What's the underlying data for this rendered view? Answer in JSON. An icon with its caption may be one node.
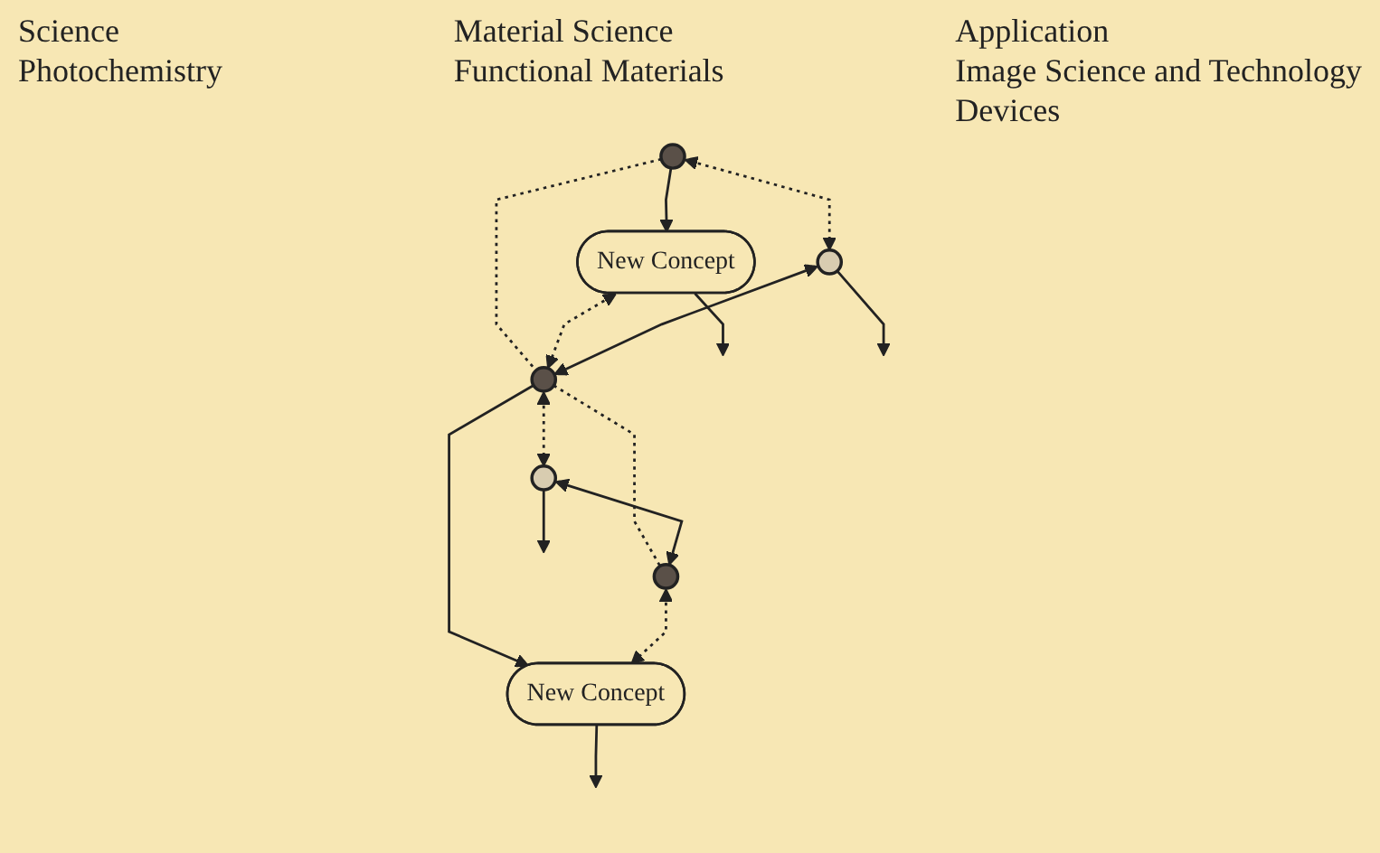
{
  "diagram": {
    "nodes": [
      {
        "text": [],
        "shape": "circle"
      },
      {
        "text": [
          "New Concept"
        ]
      },
      {
        "text": [],
        "shape": "circle"
      },
      {
        "text": [],
        "shape": "circle"
      },
      {
        "text": [
          "New Concept"
        ]
      },
      {
        "text": [],
        "shape": "circle"
      },
      {
        "text": [],
        "shape": "circle"
      }
    ],
    "edges": [
      {
        "from": 0,
        "to": 1,
        "arrow": "to"
      },
      {
        "from": 1,
        "to": null,
        "arrow": "to"
      },
      {
        "from": 0,
        "to": 2,
        "arrow": "both",
        "style": "dashed"
      },
      {
        "from": 0,
        "to": 3,
        "arrow": "none",
        "style": "dashed"
      },
      {
        "from": 1,
        "to": 3,
        "arrow": "both",
        "style": "dashed"
      },
      {
        "from": 2,
        "to": 3,
        "arrow": "both"
      },
      {
        "from": 2,
        "to": null,
        "arrow": "to"
      },
      {
        "from": 3,
        "to": 4,
        "arrow": "to"
      },
      {
        "from": 4,
        "to": null,
        "arrow": "to"
      },
      {
        "from": 3,
        "to": 6,
        "arrow": "none",
        "style": "dashed"
      },
      {
        "from": 3,
        "to": 5,
        "arrow": "both",
        "style": "dashed"
      },
      {
        "from": 6,
        "to": 4,
        "arrow": "both",
        "style": "dashed"
      },
      {
        "from": 5,
        "to": null,
        "arrow": "to"
      },
      {
        "from": 5,
        "to": 6,
        "arrow": "both"
      }
    ],
    "labels": [
      "Science",
      "Photochemistry",
      "Material Science",
      "Functional Materials",
      "Application",
      "Image Science and Technology",
      "Devices"
    ]
  }
}
